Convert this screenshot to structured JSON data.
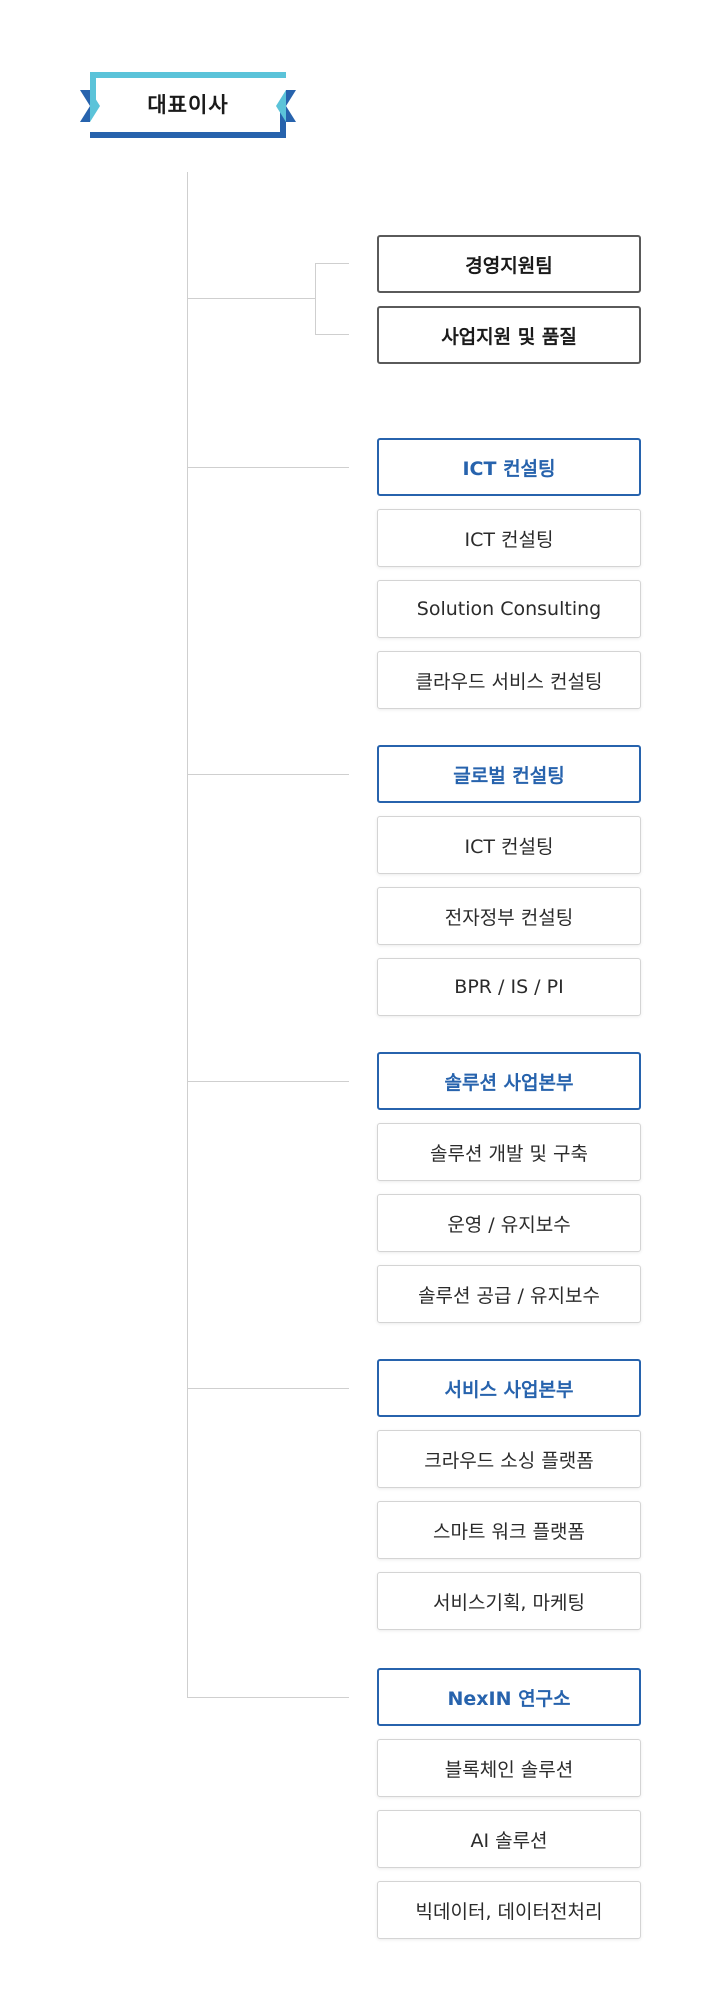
{
  "ceo": {
    "label": "대표이사"
  },
  "support": [
    {
      "label": "경영지원팀"
    },
    {
      "label": "사업지원 및 품질"
    }
  ],
  "divisions": [
    {
      "head": "ICT 컨설팅",
      "items": [
        "ICT 컨설팅",
        "Solution Consulting",
        "클라우드 서비스 컨설팅"
      ]
    },
    {
      "head": "글로벌 컨설팅",
      "items": [
        "ICT 컨설팅",
        "전자정부 컨설팅",
        "BPR / IS / PI"
      ]
    },
    {
      "head": "솔루션 사업본부",
      "items": [
        "솔루션 개발 및 구축",
        "운영 / 유지보수",
        "솔루션 공급 / 유지보수"
      ]
    },
    {
      "head": "서비스 사업본부",
      "items": [
        "크라우드 소싱 플랫폼",
        "스마트 워크 플랫폼",
        "서비스기획, 마케팅"
      ]
    },
    {
      "head": "NexIN 연구소",
      "items": [
        "블록체인 솔루션",
        "AI 솔루션",
        "빅데이터, 데이터전처리"
      ]
    }
  ],
  "colors": {
    "head_border": "#2763ad",
    "head_text": "#2763ad",
    "ceo_top": "#5bc3d9",
    "ceo_bottom": "#2763ad",
    "line": "#cfcfcf"
  }
}
